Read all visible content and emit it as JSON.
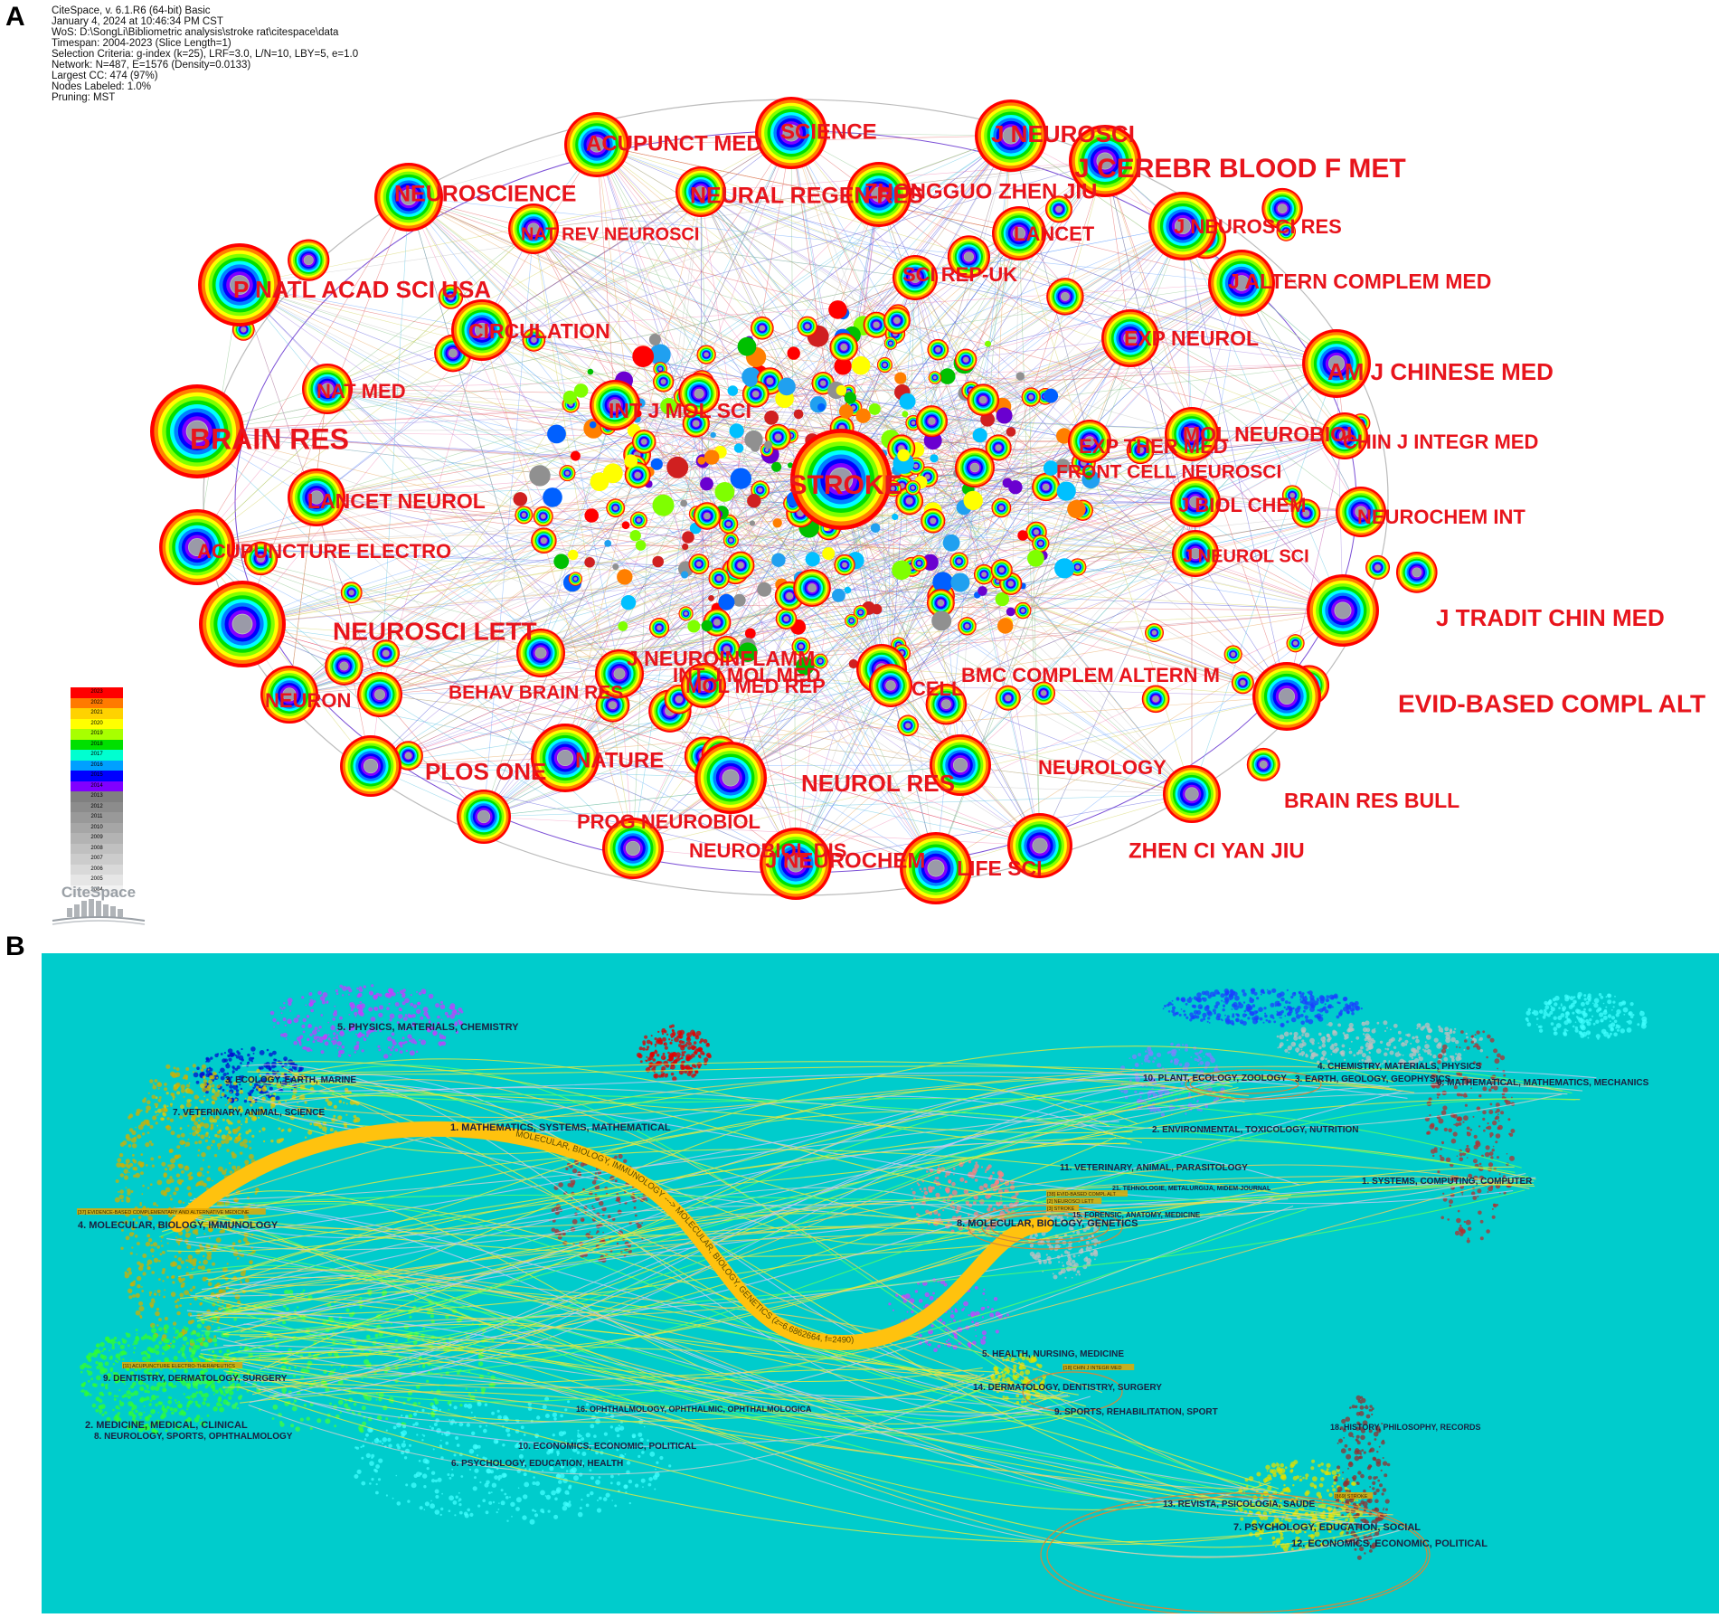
{
  "panel_labels": {
    "a": "A",
    "b": "B"
  },
  "meta_lines": [
    "CiteSpace, v. 6.1.R6 (64-bit) Basic",
    "January 4, 2024 at 10:46:34 PM CST",
    "WoS: D:\\SongLi\\Bibliometric analysis\\stroke rat\\citespace\\data",
    "Timespan: 2004-2023 (Slice Length=1)",
    "Selection Criteria: g-index (k=25), LRF=3.0, L/N=10, LBY=5, e=1.0",
    "Network: N=487, E=1576 (Density=0.0133)",
    "Largest CC: 474 (97%)",
    "Nodes Labeled: 1.0%",
    "Pruning: MST"
  ],
  "colors": {
    "label_red": "#e8141c",
    "dual_map_bg": "#00cccc",
    "main_flow": "#ffc20e",
    "ring_palette": [
      "#ff0000",
      "#ff7f00",
      "#ffff00",
      "#7fff00",
      "#00e000",
      "#00ffff",
      "#0080ff",
      "#0000ff",
      "#7f00ff",
      "#c0c0c0",
      "#ffffff"
    ]
  },
  "year_legend": [
    {
      "year": "2023",
      "color": "#ff0000"
    },
    {
      "year": "2022",
      "color": "#ff7a00"
    },
    {
      "year": "2021",
      "color": "#ffd200"
    },
    {
      "year": "2020",
      "color": "#ffff00"
    },
    {
      "year": "2019",
      "color": "#a8ff00"
    },
    {
      "year": "2018",
      "color": "#00e000"
    },
    {
      "year": "2017",
      "color": "#00ffd0"
    },
    {
      "year": "2016",
      "color": "#00a0ff"
    },
    {
      "year": "2015",
      "color": "#0000ff"
    },
    {
      "year": "2014",
      "color": "#8000ff"
    },
    {
      "year": "2013",
      "color": "#808080"
    },
    {
      "year": "2012",
      "color": "#8c8c8c"
    },
    {
      "year": "2011",
      "color": "#999999"
    },
    {
      "year": "2010",
      "color": "#a6a6a6"
    },
    {
      "year": "2009",
      "color": "#b3b3b3"
    },
    {
      "year": "2008",
      "color": "#c0c0c0"
    },
    {
      "year": "2007",
      "color": "#cccccc"
    },
    {
      "year": "2006",
      "color": "#d9d9d9"
    },
    {
      "year": "2005",
      "color": "#e6e6e6"
    },
    {
      "year": "2004",
      "color": "#f2f2f2"
    }
  ],
  "logo_text": "CiteSpace",
  "network_nodes": [
    {
      "label": "SCIENCE",
      "size": 26
    },
    {
      "label": "ACUPUNCT MED",
      "size": 26
    },
    {
      "label": "J NEUROSCI",
      "size": 28
    },
    {
      "label": "J CEREBR BLOOD F MET",
      "size": 32
    },
    {
      "label": "NEUROSCIENCE",
      "size": 26
    },
    {
      "label": "NEURAL REGEN RES",
      "size": 28
    },
    {
      "label": "ZHONGGUO ZHEN JIU",
      "size": 26
    },
    {
      "label": "NAT REV NEUROSCI",
      "size": 22
    },
    {
      "label": "LANCET",
      "size": 24
    },
    {
      "label": "J NEUROSCI RES",
      "size": 24
    },
    {
      "label": "P NATL ACAD SCI USA",
      "size": 28
    },
    {
      "label": "SCI REP-UK",
      "size": 24
    },
    {
      "label": "J ALTERN COMPLEM MED",
      "size": 25
    },
    {
      "label": "CIRCULATION",
      "size": 24
    },
    {
      "label": "EXP NEUROL",
      "size": 24
    },
    {
      "label": "AM J CHINESE MED",
      "size": 28
    },
    {
      "label": "NAT MED",
      "size": 22
    },
    {
      "label": "INT J MOL SCI",
      "size": 24
    },
    {
      "label": "BRAIN RES",
      "size": 32
    },
    {
      "label": "MOL NEUROBIOL",
      "size": 24
    },
    {
      "label": "CHIN J INTEGR MED",
      "size": 23
    },
    {
      "label": "EXP THER MED",
      "size": 22
    },
    {
      "label": "STROKE",
      "size": 34
    },
    {
      "label": "FRONT CELL NEUROSCI",
      "size": 22
    },
    {
      "label": "LANCET NEUROL",
      "size": 24
    },
    {
      "label": "J BIOL CHEM",
      "size": 23
    },
    {
      "label": "NEUROCHEM INT",
      "size": 23
    },
    {
      "label": "ACUPUNCTURE ELECTRO",
      "size": 24
    },
    {
      "label": "J NEUROL SCI",
      "size": 22
    },
    {
      "label": "J TRADIT CHIN MED",
      "size": 27
    },
    {
      "label": "NEUROSCI LETT",
      "size": 30
    },
    {
      "label": "J NEUROINFLAMM",
      "size": 24
    },
    {
      "label": "INT J MOL MED",
      "size": 23
    },
    {
      "label": "BMC COMPLEM ALTERN M",
      "size": 24
    },
    {
      "label": "NEURON",
      "size": 23
    },
    {
      "label": "BEHAV BRAIN RES",
      "size": 21
    },
    {
      "label": "MOL MED REP",
      "size": 23
    },
    {
      "label": "CELL",
      "size": 23
    },
    {
      "label": "EVID-BASED COMPL ALT",
      "size": 29
    },
    {
      "label": "PLOS ONE",
      "size": 28
    },
    {
      "label": "NATURE",
      "size": 25
    },
    {
      "label": "NEUROL RES",
      "size": 28
    },
    {
      "label": "NEUROLOGY",
      "size": 22
    },
    {
      "label": "BRAIN RES BULL",
      "size": 24
    },
    {
      "label": "PROG NEUROBIOL",
      "size": 23
    },
    {
      "label": "NEUROBIOL DIS",
      "size": 23
    },
    {
      "label": "J NEUROCHEM",
      "size": 24
    },
    {
      "label": "LIFE SCI",
      "size": 23
    },
    {
      "label": "ZHEN CI YAN JIU",
      "size": 25
    }
  ],
  "dual_map": {
    "citing_clusters": [
      "5. PHYSICS, MATERIALS, CHEMISTRY",
      "3. ECOLOGY, EARTH, MARINE",
      "7. VETERINARY, ANIMAL, SCIENCE",
      "1. MATHEMATICS, SYSTEMS, MATHEMATICAL",
      "4. MOLECULAR, BIOLOGY, IMMUNOLOGY",
      "9. DENTISTRY, DERMATOLOGY, SURGERY",
      "2. MEDICINE, MEDICAL, CLINICAL",
      "8. NEUROLOGY, SPORTS, OPHTHALMOLOGY",
      "16. OPHTHALMOLOGY, OPHTHALMIC, OPHTHALMOLOGICA",
      "10. ECONOMICS, ECONOMIC, POLITICAL",
      "6. PSYCHOLOGY, EDUCATION, HEALTH"
    ],
    "cited_clusters": [
      "4. CHEMISTRY, MATERIALS, PHYSICS",
      "6. MATHEMATICAL, MATHEMATICS, MECHANICS",
      "10. PLANT, ECOLOGY, ZOOLOGY",
      "3. EARTH, GEOLOGY, GEOPHYSICS",
      "2. ENVIRONMENTAL, TOXICOLOGY, NUTRITION",
      "11. VETERINARY, ANIMAL, PARASITOLOGY",
      "1. SYSTEMS, COMPUTING, COMPUTER",
      "21. TEHNOLOGIE, METALURGIJA, MIDEM-JOURNAL",
      "8. MOLECULAR, BIOLOGY, GENETICS",
      "15. FORENSIC, ANATOMY, MEDICINE",
      "5. HEALTH, NURSING, MEDICINE",
      "14. DERMATOLOGY, DENTISTRY, SURGERY",
      "9. SPORTS, REHABILITATION, SPORT",
      "18. HISTORY, PHILOSOPHY, RECORDS",
      "13. REVISTA, PSICOLOGIA, SAUDE",
      "7. PSYCHOLOGY, EDUCATION, SOCIAL",
      "12. ECONOMICS, ECONOMIC, POLITICAL"
    ],
    "main_path_label": "MOLECULAR, BIOLOGY, IMMUNOLOGY ---> MOLECULAR, BIOLOGY, GENETICS (z=6.6862664, f=2490)",
    "small_tags": [
      "[37] EVIDENCE-BASED COMPLEMENTARY AND ALTERNATIVE MEDICINE",
      "[38] EVID-BASED COMPL ALT",
      "[2] NEUROSCI LETT",
      "[3] STROKE",
      "[11] ACUPUNCTURE ELECTRO-THERAPEUTICS",
      "[18] CHIN J INTEGR MED",
      "[869] STROKE"
    ]
  }
}
